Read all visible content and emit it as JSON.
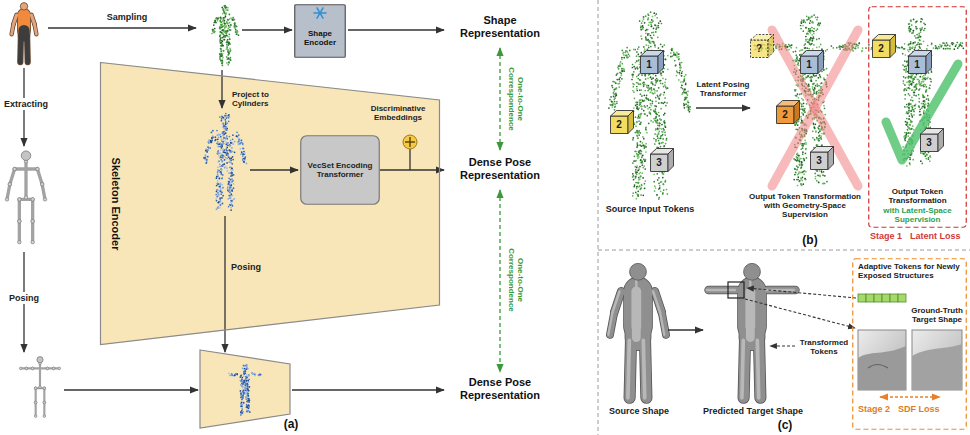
{
  "diagram": {
    "nodes": [
      {
        "text": [
          "Shape Encoder"
        ]
      },
      {
        "text": [
          "Skeleton Encoder"
        ]
      },
      {
        "text": [
          "VecSet Encoding Transformer"
        ],
        "in": 1
      },
      {
        "text": [
          "1"
        ]
      },
      {
        "text": [
          "2"
        ]
      },
      {
        "text": [
          "3"
        ]
      },
      {
        "text": [
          "?"
        ]
      },
      {
        "text": [
          "1"
        ]
      },
      {
        "text": [
          "2"
        ]
      },
      {
        "text": [
          "3"
        ]
      },
      {
        "text": [
          "Output Token Transformation",
          "with Latent-Space Supervision",
          "Stage 1",
          "Latent Loss"
        ]
      },
      {
        "text": [
          "2"
        ],
        "in": 10
      },
      {
        "text": [
          "1"
        ],
        "in": 10
      },
      {
        "text": [
          "3"
        ],
        "in": 10
      },
      {
        "text": [
          "Adaptive Tokens for Newly Exposed Structures",
          "Ground-Truth Target Shape",
          "Stage 2",
          "SDF Loss"
        ]
      }
    ],
    "labels": [
      "Sampling",
      "Shape Representation",
      "Extracting",
      "Project to Cylinders",
      "Discriminative Embeddings",
      "One-to-One Correspondence",
      "Dense Pose Representation",
      "Posing",
      "Posing",
      "One-to-One Correspondence",
      "Dense Pose Representation",
      "(a)",
      "Latent Posing Transformer",
      "Source Input Tokens",
      "Output Token Transformation with Geometry-Space Supervision",
      "(b)",
      "Transformed Tokens",
      "Source Shape",
      "Predicted Target Shape",
      "(c)"
    ]
  }
}
